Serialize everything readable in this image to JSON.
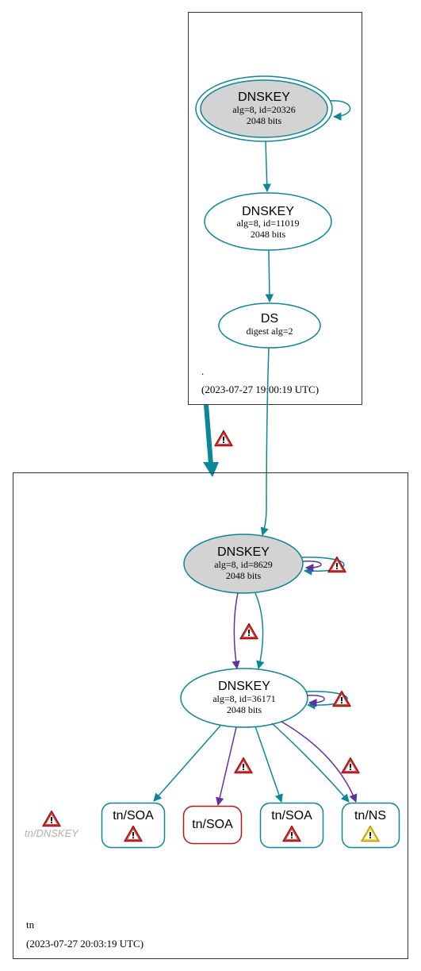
{
  "zones": {
    "root": {
      "name": ".",
      "timestamp": "(2023-07-27 19:00:19 UTC)"
    },
    "tn": {
      "name": "tn",
      "timestamp": "(2023-07-27 20:03:19 UTC)"
    }
  },
  "nodes": {
    "root_ksk": {
      "title": "DNSKEY",
      "line1": "alg=8, id=20326",
      "line2": "2048 bits"
    },
    "root_zsk": {
      "title": "DNSKEY",
      "line1": "alg=8, id=11019",
      "line2": "2048 bits"
    },
    "root_ds": {
      "title": "DS",
      "line1": "digest alg=2"
    },
    "tn_ksk": {
      "title": "DNSKEY",
      "line1": "alg=8, id=8629",
      "line2": "2048 bits"
    },
    "tn_zsk": {
      "title": "DNSKEY",
      "line1": "alg=8, id=36171",
      "line2": "2048 bits"
    },
    "tn_soa_1": {
      "label": "tn/SOA"
    },
    "tn_soa_2": {
      "label": "tn/SOA"
    },
    "tn_soa_3": {
      "label": "tn/SOA"
    },
    "tn_ns": {
      "label": "tn/NS"
    },
    "tn_dnskey_nonexistent": {
      "label": "tn/DNSKEY"
    }
  },
  "colors": {
    "secure": "#0a879a",
    "signature_purple": "#6131a1",
    "error_red": "#be1515",
    "warning_red": "#cc2222",
    "warning_yellow": "#e8c817",
    "ksk_fill": "#d3d3d3",
    "zone_border": "#333333"
  },
  "icons": [
    "warning-triangle-red-icon",
    "warning-triangle-yellow-icon"
  ]
}
